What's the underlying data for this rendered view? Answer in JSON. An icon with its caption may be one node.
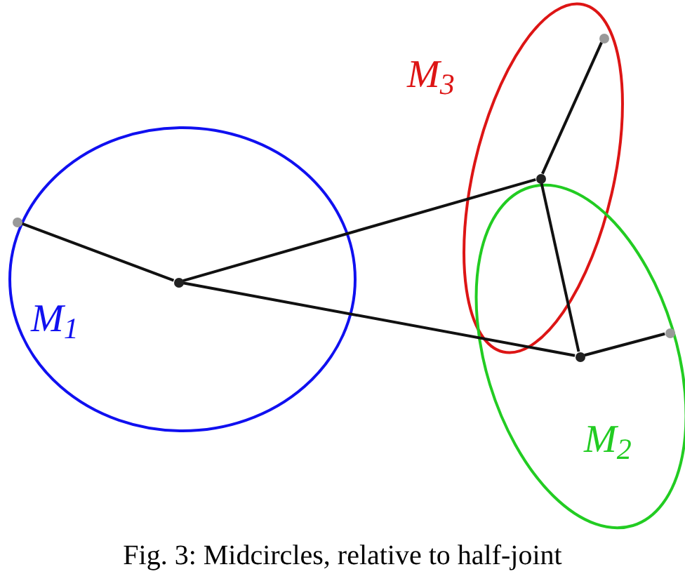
{
  "diagram": {
    "caption": "Fig. 3: Midcircles, relative to half-joint",
    "nodes": [
      {
        "text": [],
        "shape": "circle"
      },
      {
        "text": [],
        "shape": "circle"
      },
      {
        "text": [],
        "shape": "circle"
      },
      {
        "text": [],
        "shape": "circle"
      },
      {
        "text": [],
        "shape": "circle"
      },
      {
        "text": [],
        "shape": "circle"
      }
    ],
    "edges": [
      {
        "from": 0,
        "to": 1,
        "arrow": "none"
      },
      {
        "from": 1,
        "to": 2,
        "arrow": "none"
      },
      {
        "from": 2,
        "to": 3,
        "arrow": "none"
      },
      {
        "from": 1,
        "to": 4,
        "arrow": "none"
      },
      {
        "from": 4,
        "to": 5,
        "arrow": "none"
      },
      {
        "from": 2,
        "to": 4,
        "arrow": "none"
      }
    ],
    "labels": [
      "M$_{3}$",
      "M$_{1}$",
      "M$_{2}$"
    ]
  }
}
